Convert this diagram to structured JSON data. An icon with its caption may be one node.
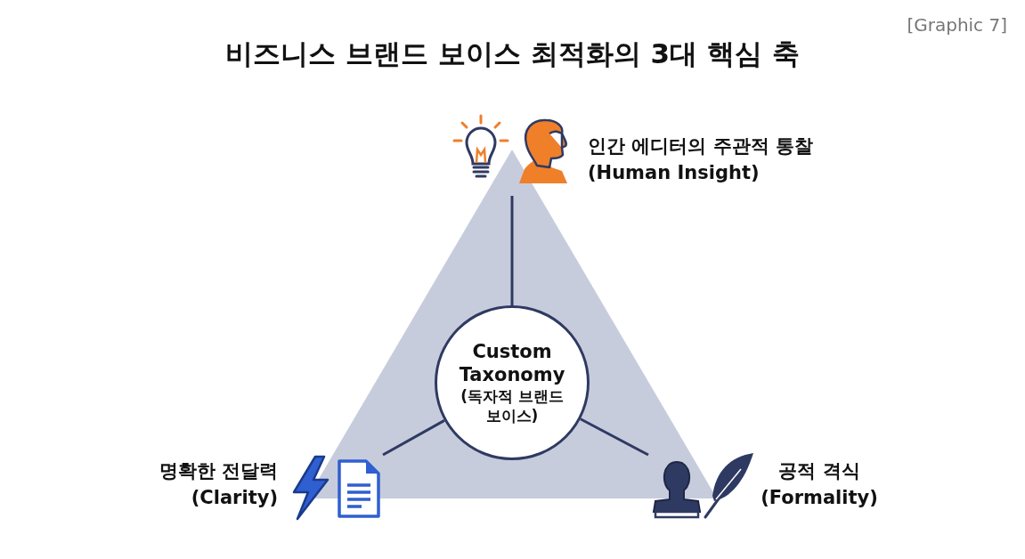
{
  "diagram": {
    "title": "비즈니스 브랜드 보이스 최적화의 3대 핵심 축",
    "nodes": [
      {
        "text": [
          "Custom Taxonomy",
          "(독자적 브랜드 보이스)"
        ]
      },
      {
        "text": [
          "인간 에디터의 주관적 통찰",
          "(Human Insight)"
        ]
      },
      {
        "text": [
          "명확한 전달력",
          "(Clarity)"
        ]
      },
      {
        "text": [
          "공적 격식",
          "(Formality)"
        ]
      }
    ],
    "edges": [
      {
        "from": 0,
        "to": 1,
        "arrow": "none"
      },
      {
        "from": 0,
        "to": 2,
        "arrow": "none"
      },
      {
        "from": 0,
        "to": 3,
        "arrow": "none"
      }
    ],
    "labels": [
      "[Graphic 7]"
    ]
  }
}
